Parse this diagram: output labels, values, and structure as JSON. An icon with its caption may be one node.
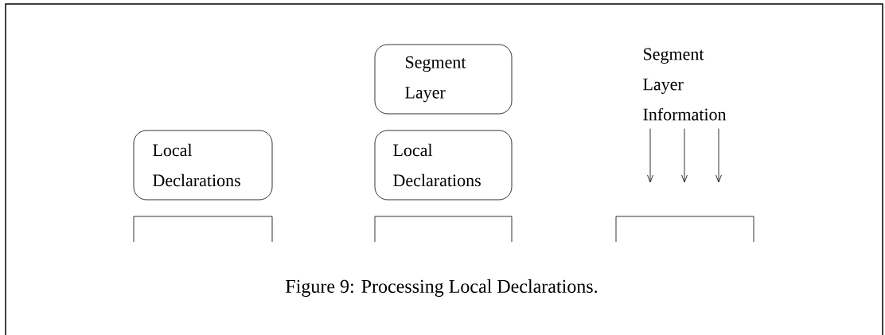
{
  "diagram": {
    "caption": "Figure 9: Processing Local Declarations.",
    "nodes": [
      {
        "text": [
          "Local Declarations"
        ]
      },
      {
        "text": [
          "Segment Layer"
        ]
      },
      {
        "text": [
          "Local Declarations"
        ]
      },
      {
        "text": [
          "Segment Layer Information"
        ]
      },
      {
        "text": [],
        "shape": "box"
      },
      {
        "text": [],
        "shape": "box"
      },
      {
        "text": [],
        "shape": "box"
      }
    ],
    "edges": [
      {
        "from": 3,
        "to": null,
        "arrow": "to"
      },
      {
        "from": 3,
        "to": null,
        "arrow": "to"
      },
      {
        "from": 3,
        "to": null,
        "arrow": "to"
      }
    ]
  }
}
